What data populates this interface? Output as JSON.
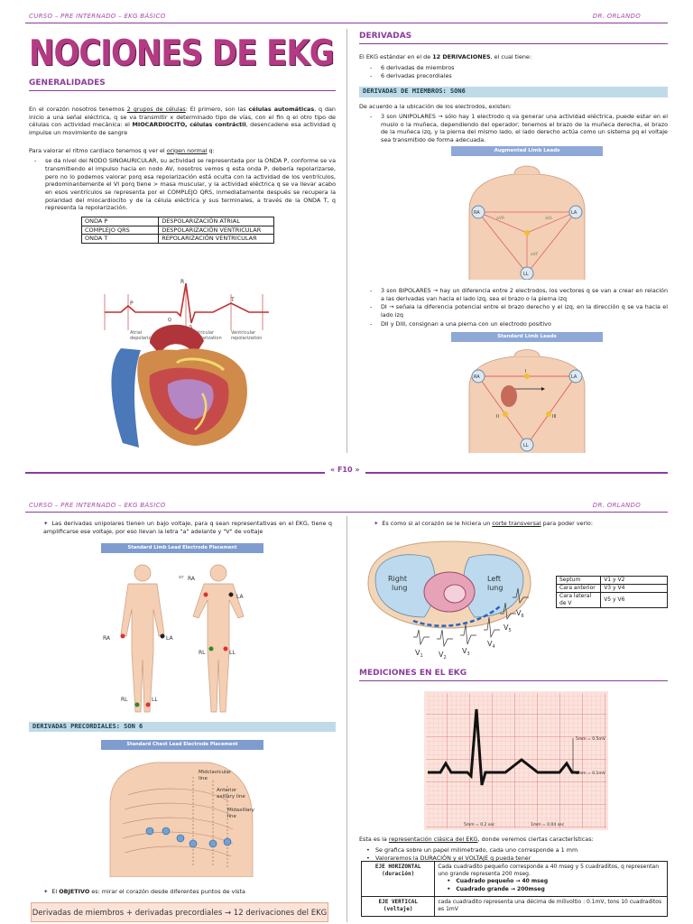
{
  "page1": {
    "header_left": "CURSO – PRE INTERNADO – EKG BÁSICO",
    "header_right": "DR. ORLANDO",
    "title": "NOCIONES DE EKG",
    "generalidades_heading": "GENERALIDADES",
    "p1_a": "En el corazón nosotros tenemos ",
    "p1_u": "2 grupos de células",
    "p1_b": ": El primero, son las ",
    "p1_k1": "células automáticas",
    "p1_c": ", q dan inicio a una señal eléctrica, q se va transmitir x determinado tipo de vías, con el fin q el otro tipo de células con actividad mecánica: el ",
    "p1_k2": "MIOCARDIOCITO, células contráctil",
    "p1_d": ", desencadene esa actividad q impulse un movimiento de sangre",
    "p2_a": "Para valorar el ritmo cardiaco tenemos q ver el ",
    "p2_u": "origen normal",
    "p2_b": " q:",
    "li1": "se da nivel del NODO SINOAURICULAR, su actividad se representada por la ONDA P, conforme se va transmitiendo el impulso hacia en nodo AV, nosotros vemos q esta onda P, debería repolarizarse, pero no lo podemos valorar porq esa repolarización está oculta con la actividad de los ventrículos, predominantemente el VI porq tiene > masa muscular, y la actividad eléctrica q se va llevar acabo en esos ventrículos se representa por el COMPLEJO QRS, inmediatamente después se recupera la polaridad del miocardiocito y de la célula eléctrica y sus terminales, a través de la ONDA T, q representa la repolarización.",
    "wave_table": [
      [
        "ONDA P",
        "DESPOLARIZACIÓN ATRIAL"
      ],
      [
        "COMPLEJO QRS",
        "DESPOLARIZACIÓN VENTRICULAR"
      ],
      [
        "ONDA T",
        "REPOLARIZACIÓN VENTRICULAR"
      ]
    ],
    "heart_labels": {
      "p": "P",
      "r": "R",
      "q": "Q",
      "s": "S",
      "t": "T",
      "atrial": "Atrial\ndepolarization",
      "vdep": "Ventricular\ndepolarization",
      "vrep": "Ventricular\nrepolarization"
    },
    "derivadas_heading": "DERIVADAS",
    "der_intro_a": "El EKG estándar en el de ",
    "der_intro_k": "12 DERIVACIONES",
    "der_intro_b": ", el cual tiene:",
    "der_items": [
      "6 derivadas de miembros",
      "6 derivadas precordiales"
    ],
    "band_miembros": "DERIVADAS DE MIEMBROS: SON6",
    "miembros_intro": "De acuerdo a la ubicación de los electrodos, existen:",
    "unipolares": "3 son UNIPOLARES → sólo hay 1 electrodo q va generar una actividad eléctrica, puede estar en el muslo o la muñeca, dependiendo del operador; tenemos el brazo de la muñeca derecha, el brazo de la muñeca izq, y la pierna del mismo lado, el lado derecho actúa como un sistema pq el voltaje sea transmitido de forma adecuada.",
    "augmented_title": "Augmented Limb Leads",
    "aug_labels": {
      "ra": "RA",
      "la": "LA",
      "ll": "LL",
      "avr": "aVR",
      "avl": "aVL",
      "avf": "aVF"
    },
    "bipolares": [
      "3 son BIPOLARES → hay un diferencia entre 2 electrodos, los vectores q se van a crear en relación a las derivadas van hacia el lado izq, sea el brazo o la pierna izq",
      "DI → señala la diferencia potencial entre el brazo derecho y el izq, en la dirección q se va hacia el lado izq",
      "DII y DIII, consignan a una pierna con un electrodo positivo"
    ],
    "standard_title": "Standard Limb Leads",
    "std_labels": {
      "ra": "RA",
      "la": "LA",
      "ll": "LL",
      "i": "I",
      "ii": "II",
      "iii": "III"
    },
    "page_label": "« F10 »"
  },
  "page2": {
    "header_left": "CURSO – PRE INTERNADO – EKG BÁSICO",
    "header_right": "DR. ORLANDO",
    "unip_text": "Las derivadas unipolares tienen un bajo voltaje, para q sean representativas en el EKG, tiene q amplificarse ese voltaje, por eso llevan la letra \"a\" adelante y \"V\" de voltaje",
    "std_electrode_title": "Standard Limb Lead Electrode Placement",
    "body_labels": {
      "ra": "RA",
      "la": "LA",
      "rl": "RL",
      "ll": "LL",
      "or": "or"
    },
    "band_precord": "DERIVADAS PRECORDIALES: SON 6",
    "chest_title": "Standard Chest Lead Electrode Placement",
    "chest_labels": {
      "mcl": "Midclavicular\nline",
      "aal": "Anterior\naxillary line",
      "mal": "Midaxillary\nline"
    },
    "objetivo_a": "El ",
    "objetivo_k": "OBJETIVO",
    "objetivo_b": " es: mirar el corazón desde diferentes puntos de vista",
    "callout": "Derivadas de miembros + derivadas precordiales → 12 derivaciones del EKG",
    "corte_a": "Es como si al corazón se le hiciera un ",
    "corte_u": "corte transversal",
    "corte_b": " para poder verlo:",
    "cross_labels": {
      "right": "Right\nlung",
      "left": "Left\nlung",
      "v1": "V1",
      "v2": "V2",
      "v3": "V3",
      "v4": "V4",
      "v5": "V5",
      "v6": "V6"
    },
    "region_table": [
      [
        "Septum",
        "V1 y V2"
      ],
      [
        "Cara anterior",
        "V3 y V4"
      ],
      [
        "Cara lateral de V",
        "V5 y V6"
      ]
    ],
    "mediciones_heading": "MEDICIONES EN EL EKG",
    "grid_labels": {
      "mv05": "5mm = 0.5mV",
      "mv01": "1mm = 0.1mV",
      "s02": "5mm = 0.2 sec",
      "s004": "1mm = 0.04 sec"
    },
    "ekg_desc_a": "Esta es la ",
    "ekg_desc_u": "representación clásica del EKG",
    "ekg_desc_b": ", donde veremos ciertas características:",
    "ekg_items": [
      "Se grafica sobre un papel milimetrado, cada uno corresponde a 1 mm",
      "Valoraremos la DURACIÓN y el VOLTAJE q pueda tener"
    ],
    "meas_rows": [
      {
        "k": "EJE HORIZONTAL (duración)",
        "v": "Cada cuadradito pequeño corresponde a 40 mseg y 5 cuadraditos, q representan uno grande representa 200 mseg.",
        "sub": [
          "Cuadrado pequeño → 40 mseg",
          "Cuadrado grande → 200mseg"
        ]
      },
      {
        "k": "EJE VERTICAL (voltaje)",
        "v": "cada cuadradito representa una décima de milivoltio : 0.1mV, tons 10 cuadraditos es 1mV",
        "sub": []
      }
    ]
  }
}
